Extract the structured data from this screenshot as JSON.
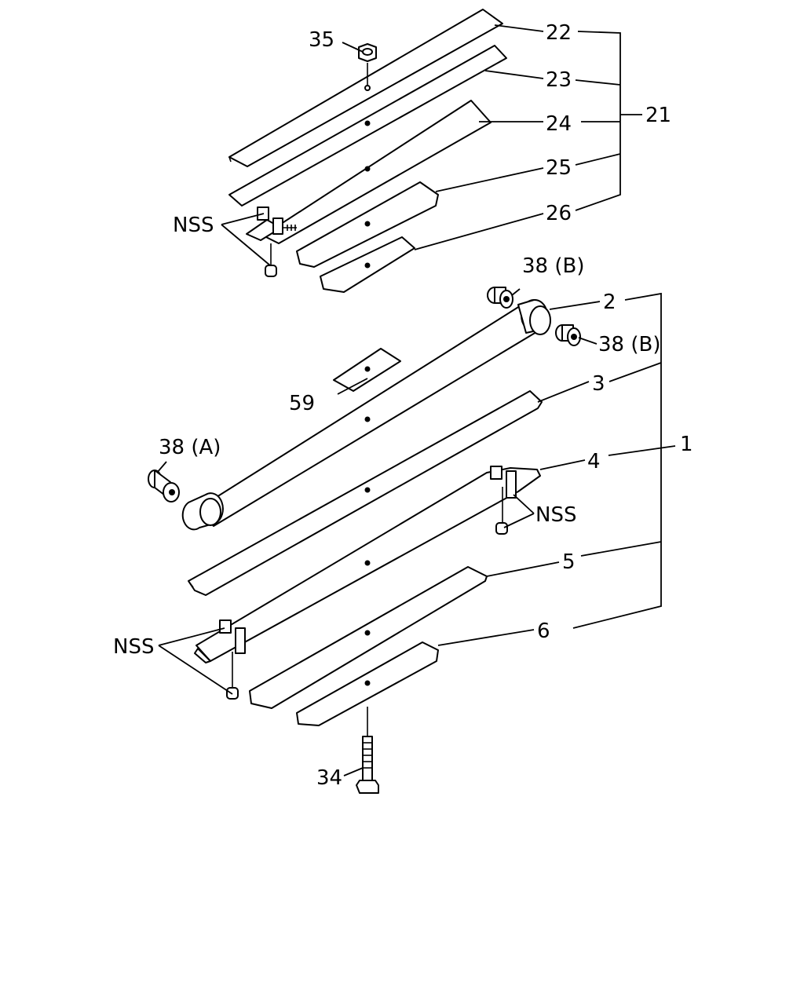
{
  "labels": {
    "l22": "22",
    "l23": "23",
    "l24": "24",
    "l25": "25",
    "l26": "26",
    "l21": "21",
    "l35": "35",
    "nss_top": "NSS",
    "l38b_top": "38 (B)",
    "l38b_right": "38 (B)",
    "l2": "2",
    "l3": "3",
    "l59": "59",
    "l38a": "38 (A)",
    "l4": "4",
    "l1": "1",
    "nss_right": "NSS",
    "l5": "5",
    "l6": "6",
    "nss_left": "NSS",
    "l34": "34"
  }
}
